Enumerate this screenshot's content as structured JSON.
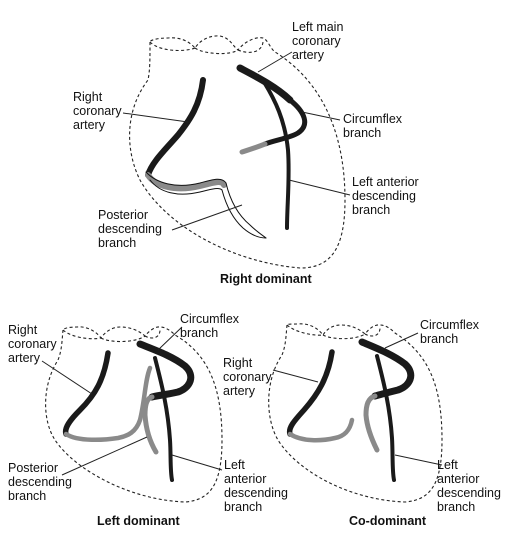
{
  "top": {
    "labels": {
      "left_main": [
        "Left main",
        "coronary",
        "artery"
      ],
      "right_coronary": [
        "Right",
        "coronary",
        "artery"
      ],
      "circumflex": [
        "Circumflex",
        "branch"
      ],
      "lad": [
        "Left anterior",
        "descending",
        "branch"
      ],
      "posterior": [
        "Posterior",
        "descending",
        "branch"
      ]
    },
    "caption": "Right dominant"
  },
  "bottom_left": {
    "labels": {
      "right_coronary": [
        "Right",
        "coronary",
        "artery"
      ],
      "circumflex": [
        "Circumflex",
        "branch"
      ],
      "posterior": [
        "Posterior",
        "descending",
        "branch"
      ],
      "lad": [
        "Left",
        "anterior",
        "descending",
        "branch"
      ]
    },
    "caption": "Left dominant"
  },
  "bottom_right": {
    "labels": {
      "circumflex": [
        "Circumflex",
        "branch"
      ],
      "right_coronary": [
        "Right",
        "coronary",
        "artery"
      ],
      "lad": [
        "Left",
        "anterior",
        "descending",
        "branch"
      ]
    },
    "caption": "Co-dominant"
  }
}
